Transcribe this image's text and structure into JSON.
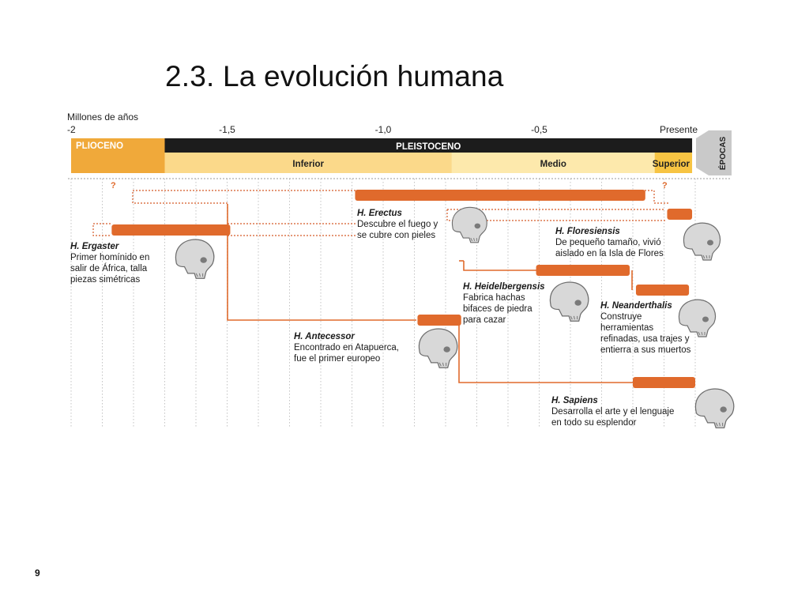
{
  "slide": {
    "title": "2.3. La evolución humana",
    "page_number": "9"
  },
  "axis": {
    "unit_label": "Millones de años",
    "ticks": [
      {
        "label": "-2",
        "value": -2.0
      },
      {
        "label": "-1,5",
        "value": -1.5
      },
      {
        "label": "-1,0",
        "value": -1.0
      },
      {
        "label": "-0,5",
        "value": -0.5
      },
      {
        "label": "Presente",
        "value": 0.0
      }
    ]
  },
  "epochs": {
    "side_label": "ÉPOCAS",
    "main": [
      {
        "label": "PLIOCENO",
        "start": -2.0,
        "end": -1.7,
        "color": "#f0a93a",
        "text_color": "#ffffff"
      },
      {
        "label": "PLEISTOCENO",
        "start": -1.7,
        "end": -0.01,
        "color": "#1c1c1c",
        "text_color": "#ffffff"
      }
    ],
    "sub": [
      {
        "label": "Inferior",
        "start": -1.7,
        "end": -0.78,
        "color": "#fbd98a"
      },
      {
        "label": "Medio",
        "start": -0.78,
        "end": -0.13,
        "color": "#fde9ac"
      },
      {
        "label": "Superior",
        "start": -0.13,
        "end": -0.01,
        "color": "#f7c443"
      }
    ]
  },
  "species": [
    {
      "id": "ergaster",
      "name": "H. Ergaster",
      "description": [
        "Primer homínido en",
        "salir de África, talla",
        "piezas simétricas"
      ],
      "start": -1.87,
      "end": -1.49,
      "uncertain_start": true,
      "skull": "skull-icon"
    },
    {
      "id": "erectus",
      "name": "H. Erectus",
      "description": [
        "Descubre el fuego y",
        "se cubre con pieles"
      ],
      "start": -1.09,
      "end": -0.16,
      "uncertain_start": true,
      "uncertain_end": true,
      "skull": "skull-icon"
    },
    {
      "id": "floresiensis",
      "name": "H. Floresiensis",
      "description": [
        "De pequeño tamaño, vivió",
        "aislado en la Isla de Flores"
      ],
      "start": -0.09,
      "end": -0.01,
      "skull": "skull-icon"
    },
    {
      "id": "antecessor",
      "name": "H. Antecessor",
      "description": [
        "Encontrado en Atapuerca,",
        "fue el primer europeo"
      ],
      "start": -0.89,
      "end": -0.75,
      "skull": "skull-icon"
    },
    {
      "id": "heidelbergensis",
      "name": "H. Heidelbergensis",
      "description": [
        "Fabrica hachas",
        "bifaces de piedra",
        "para cazar"
      ],
      "start": -0.51,
      "end": -0.21,
      "skull": "skull-icon"
    },
    {
      "id": "neanderthalis",
      "name": "H. Neanderthalis",
      "description": [
        "Construye",
        "herramientas",
        "refinadas, usa trajes y",
        "entierra a sus muertos"
      ],
      "start": -0.19,
      "end": -0.02,
      "skull": "skull-icon"
    },
    {
      "id": "sapiens",
      "name": "H. Sapiens",
      "description": [
        "Desarrolla el arte y el lenguaje",
        "en todo su esplendor"
      ],
      "start": -0.2,
      "end": 0.0,
      "skull": "skull-icon"
    }
  ],
  "uncertain_marker": "?",
  "colors": {
    "bar": "#e06a2c",
    "line": "#e06a2c",
    "grid": "#b5b5b5"
  }
}
